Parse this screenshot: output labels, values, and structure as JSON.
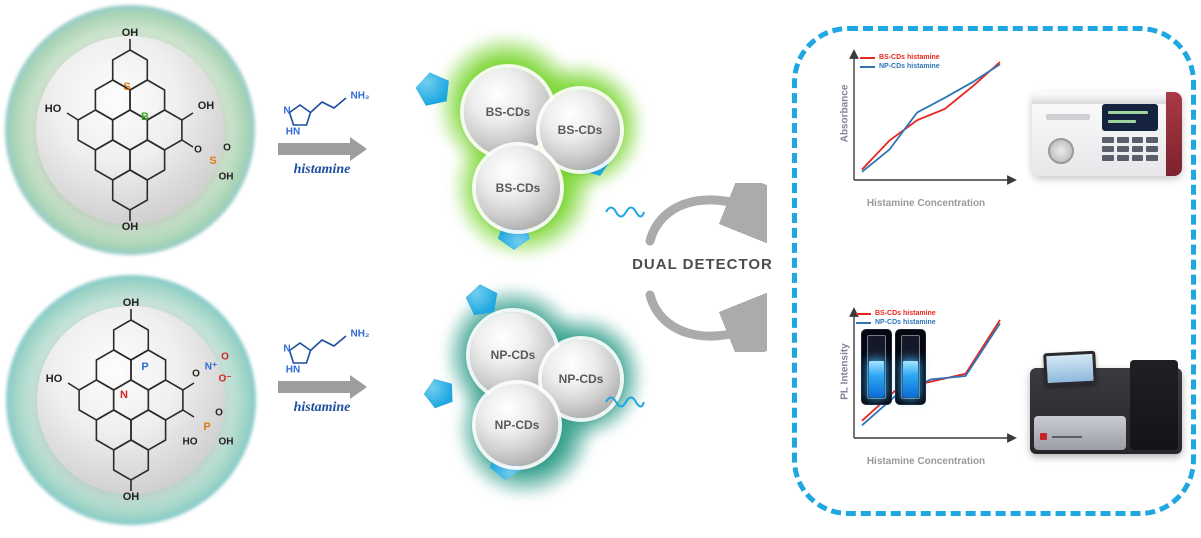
{
  "colors": {
    "accent_blue": "#1ea7e0",
    "deep_blue": "#1d4e9e",
    "arrow_gray": "#9d9d9d",
    "green_glow": "#76d52c",
    "teal_glow": "#2f9d8a",
    "dual_detector_text": "#4d4d4d"
  },
  "molecules": {
    "top": {
      "oh_top": "OH",
      "ho_left": "HO",
      "oh_bottom": "OH",
      "s_ring": "S",
      "b_ring": "B",
      "boron_oh": "OH",
      "sulf_o": "O",
      "sulf_s": "S",
      "sulf_o_dbl": "O",
      "sulf_oh": "OH"
    },
    "bottom": {
      "oh_top": "OH",
      "ho_left": "HO",
      "oh_bottom": "OH",
      "p_ring": "P",
      "n_ring": "N",
      "nitro_o": "O",
      "nitro_n": "N⁺",
      "nitro_o_dbl": "O",
      "nitro_o_minus": "O⁻",
      "phos_o_dbl": "O",
      "phos_p": "P",
      "phos_ho": "HO",
      "phos_oh": "OH"
    }
  },
  "histamine": {
    "label": "histamine",
    "n": "N",
    "hn": "HN",
    "nh2": "NH₂"
  },
  "clusters": {
    "top": {
      "label": "BS-CDs"
    },
    "bottom": {
      "label": "NP-CDs"
    }
  },
  "dual_detector": "DUAL DETECTOR",
  "chart_data": [
    {
      "type": "line",
      "title": "",
      "xlabel": "Histamine Concentration",
      "ylabel": "Absorbance",
      "x": [
        0,
        1,
        2,
        3,
        4,
        5
      ],
      "yrange": [
        0,
        1
      ],
      "grid": false,
      "legend_position": "top-left",
      "series": [
        {
          "name": "BS-CDs histamine",
          "color": "#e8251f",
          "values": [
            0.04,
            0.3,
            0.48,
            0.58,
            0.78,
            1.0
          ]
        },
        {
          "name": "NP-CDs histamine",
          "color": "#2e75b6",
          "values": [
            0.02,
            0.22,
            0.55,
            0.68,
            0.82,
            0.98
          ]
        }
      ]
    },
    {
      "type": "line",
      "title": "",
      "xlabel": "Histamine Concentration",
      "ylabel": "PL Intensity",
      "x": [
        0,
        1,
        2,
        3,
        4
      ],
      "yrange": [
        0,
        1
      ],
      "grid": false,
      "legend_position": "top-left",
      "series": [
        {
          "name": "BS-CDs histamine",
          "color": "#e8251f",
          "values": [
            0.1,
            0.38,
            0.45,
            0.52,
            1.0
          ]
        },
        {
          "name": "NP-CDs histamine",
          "color": "#2e75b6",
          "values": [
            0.06,
            0.33,
            0.47,
            0.5,
            0.97
          ]
        }
      ]
    }
  ]
}
